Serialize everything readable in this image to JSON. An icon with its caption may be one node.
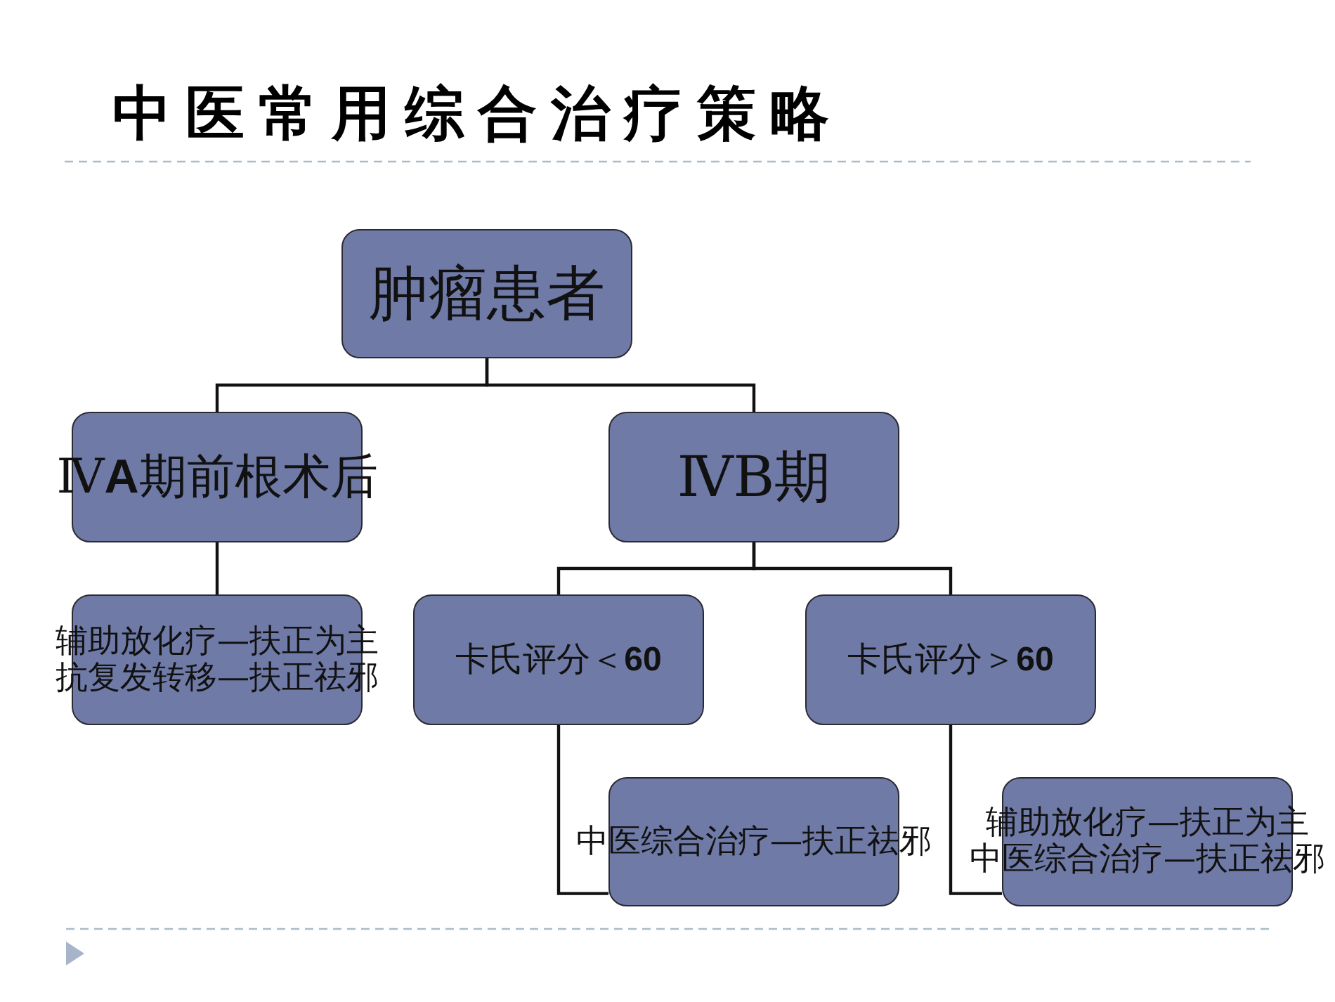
{
  "diagram": {
    "title": "中医常用综合治疗策略",
    "nodes": [
      {
        "text": [
          "肿瘤患者"
        ]
      },
      {
        "text": [
          "Ⅳ**A**期前根术后"
        ]
      },
      {
        "text": [
          "ⅣB期"
        ]
      },
      {
        "text": [
          "辅助放化疗—扶正为主",
          "抗复发转移—扶正祛邪"
        ]
      },
      {
        "text": [
          "卡氏评分＜**60**"
        ]
      },
      {
        "text": [
          "卡氏评分＞**60**"
        ]
      },
      {
        "text": [
          "中医综合治疗—扶正祛邪"
        ]
      },
      {
        "text": [
          "辅助放化疗—扶正为主",
          "中医综合治疗—扶正祛邪"
        ]
      }
    ],
    "edges": [
      {
        "from": 0,
        "to": 1,
        "arrow": "none"
      },
      {
        "from": 0,
        "to": 2,
        "arrow": "none"
      },
      {
        "from": 1,
        "to": 3,
        "arrow": "none"
      },
      {
        "from": 2,
        "to": 4,
        "arrow": "none"
      },
      {
        "from": 2,
        "to": 5,
        "arrow": "none"
      },
      {
        "from": 4,
        "to": 6,
        "arrow": "none"
      },
      {
        "from": 5,
        "to": 7,
        "arrow": "none"
      }
    ]
  }
}
